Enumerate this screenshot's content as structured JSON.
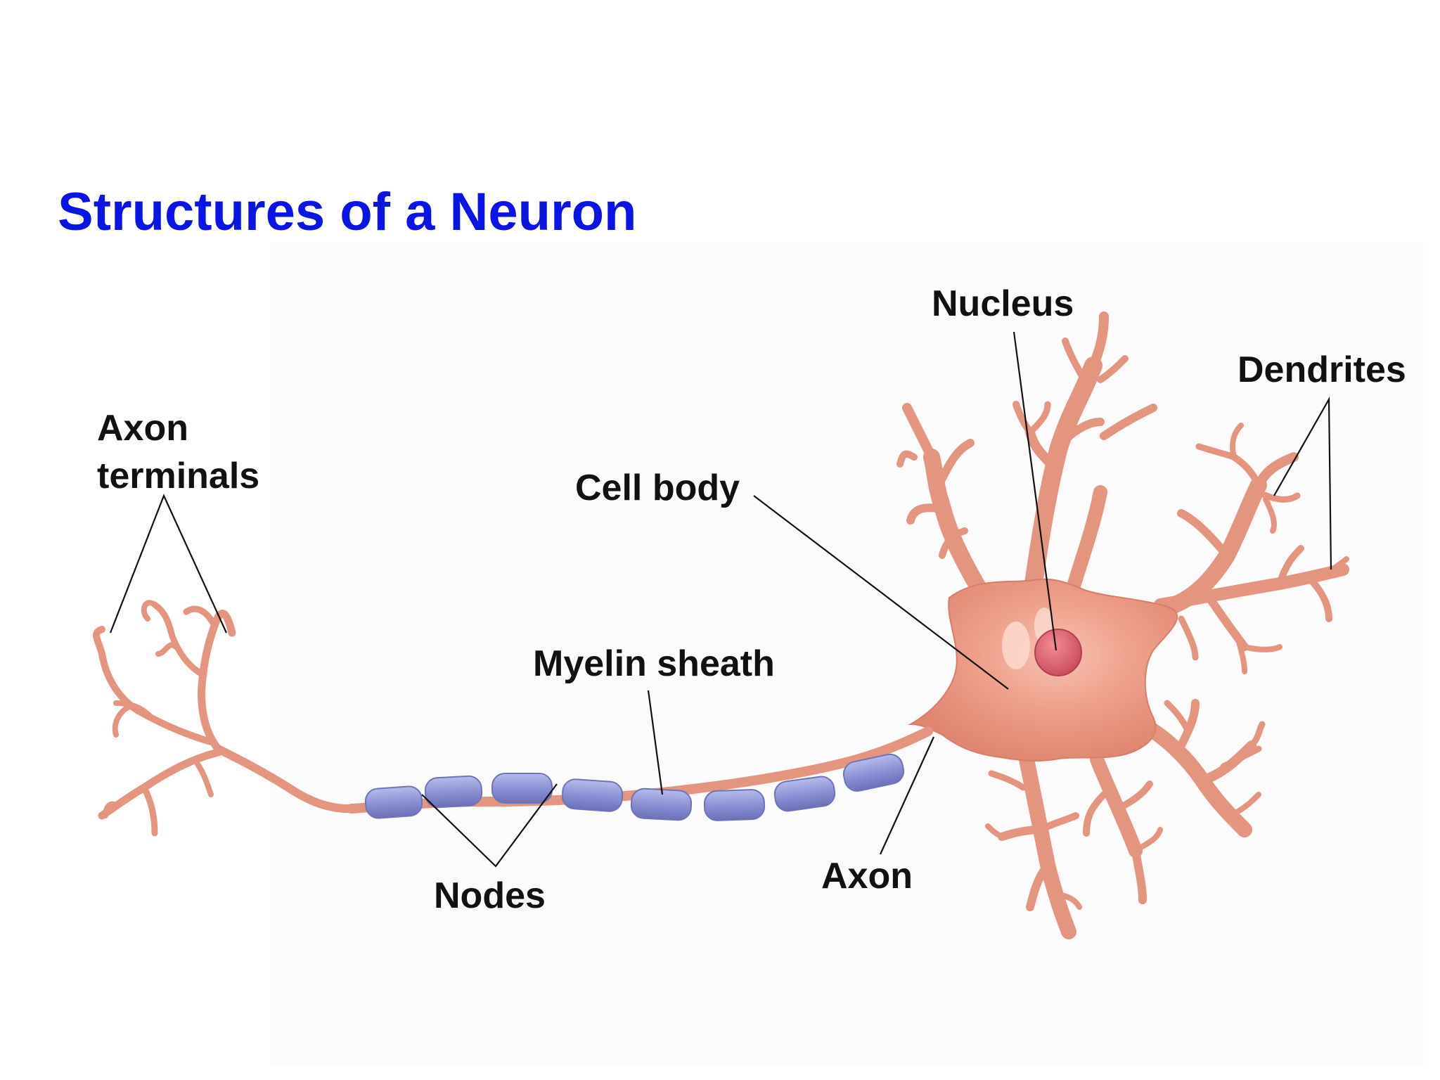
{
  "title": "Structures of a Neuron",
  "labels": {
    "nucleus": "Nucleus",
    "dendrites": "Dendrites",
    "axon_terminals_line1": "Axon",
    "axon_terminals_line2": "terminals",
    "cell_body": "Cell body",
    "myelin_sheath": "Myelin sheath",
    "nodes": "Nodes",
    "axon": "Axon"
  },
  "colors": {
    "title": "#0a14e6",
    "neuron_body": "#e59a85",
    "neuron_outline": "#c9745f",
    "myelin": "#8f95d6",
    "nucleus": "#d8606a",
    "label_text": "#111111",
    "pointer_line": "#111111"
  }
}
